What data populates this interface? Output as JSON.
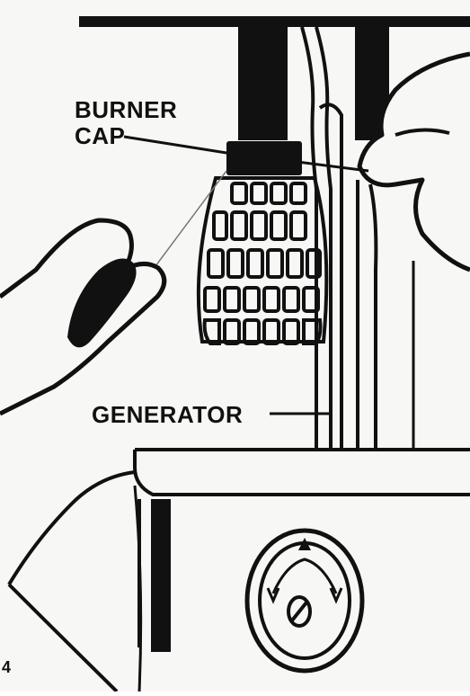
{
  "labels": {
    "burner_cap_line1": "BURNER",
    "burner_cap_line2": "CAP",
    "generator": "GENERATOR"
  },
  "page_mark": "4",
  "colors": {
    "ink": "#111111",
    "paper": "#f7f7f5"
  }
}
